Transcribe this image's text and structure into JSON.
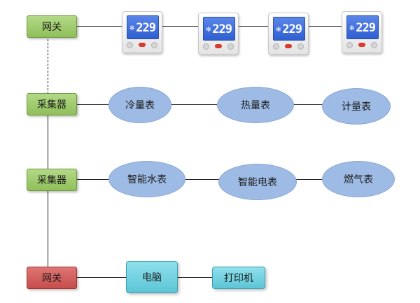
{
  "diagram": {
    "gateway_top": "网关",
    "collector_1": "采集器",
    "collector_2": "采集器",
    "gateway_bottom": "网关",
    "meters_row1": [
      "冷量表",
      "热量表",
      "计量表"
    ],
    "meters_row2": [
      "智能水表",
      "智能电表",
      "燃气表"
    ],
    "computer": "电脑",
    "printer": "打印机",
    "thermostat_reading": "229",
    "thermostat_count": 4
  },
  "colors": {
    "green_box": "#9fcb6d",
    "red_box": "#d25e5c",
    "teal_box": "#74d2e1",
    "ellipse_fill": "#9dbbe4",
    "thermostat_screen": "#3d6fdc"
  }
}
